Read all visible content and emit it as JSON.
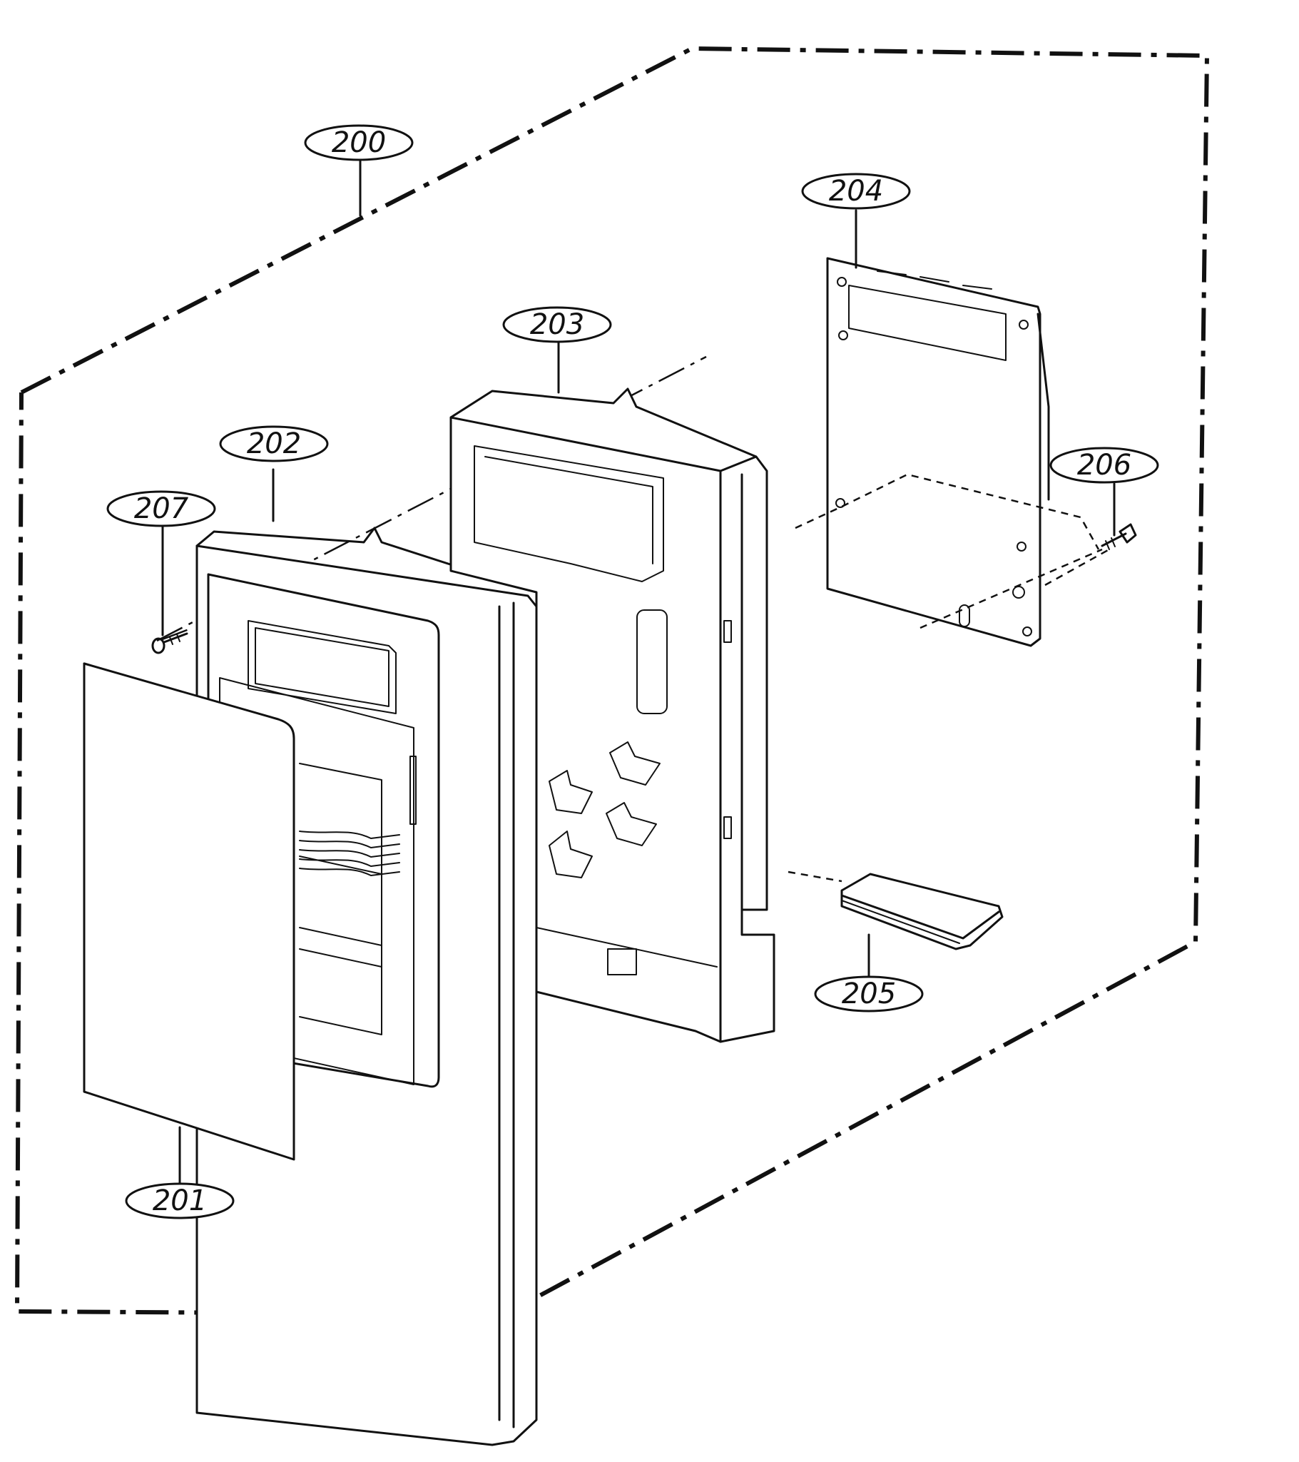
{
  "callouts": {
    "c200": "200",
    "c201": "201",
    "c202": "202",
    "c203": "203",
    "c204": "204",
    "c205": "205",
    "c206": "206",
    "c207": "207"
  }
}
